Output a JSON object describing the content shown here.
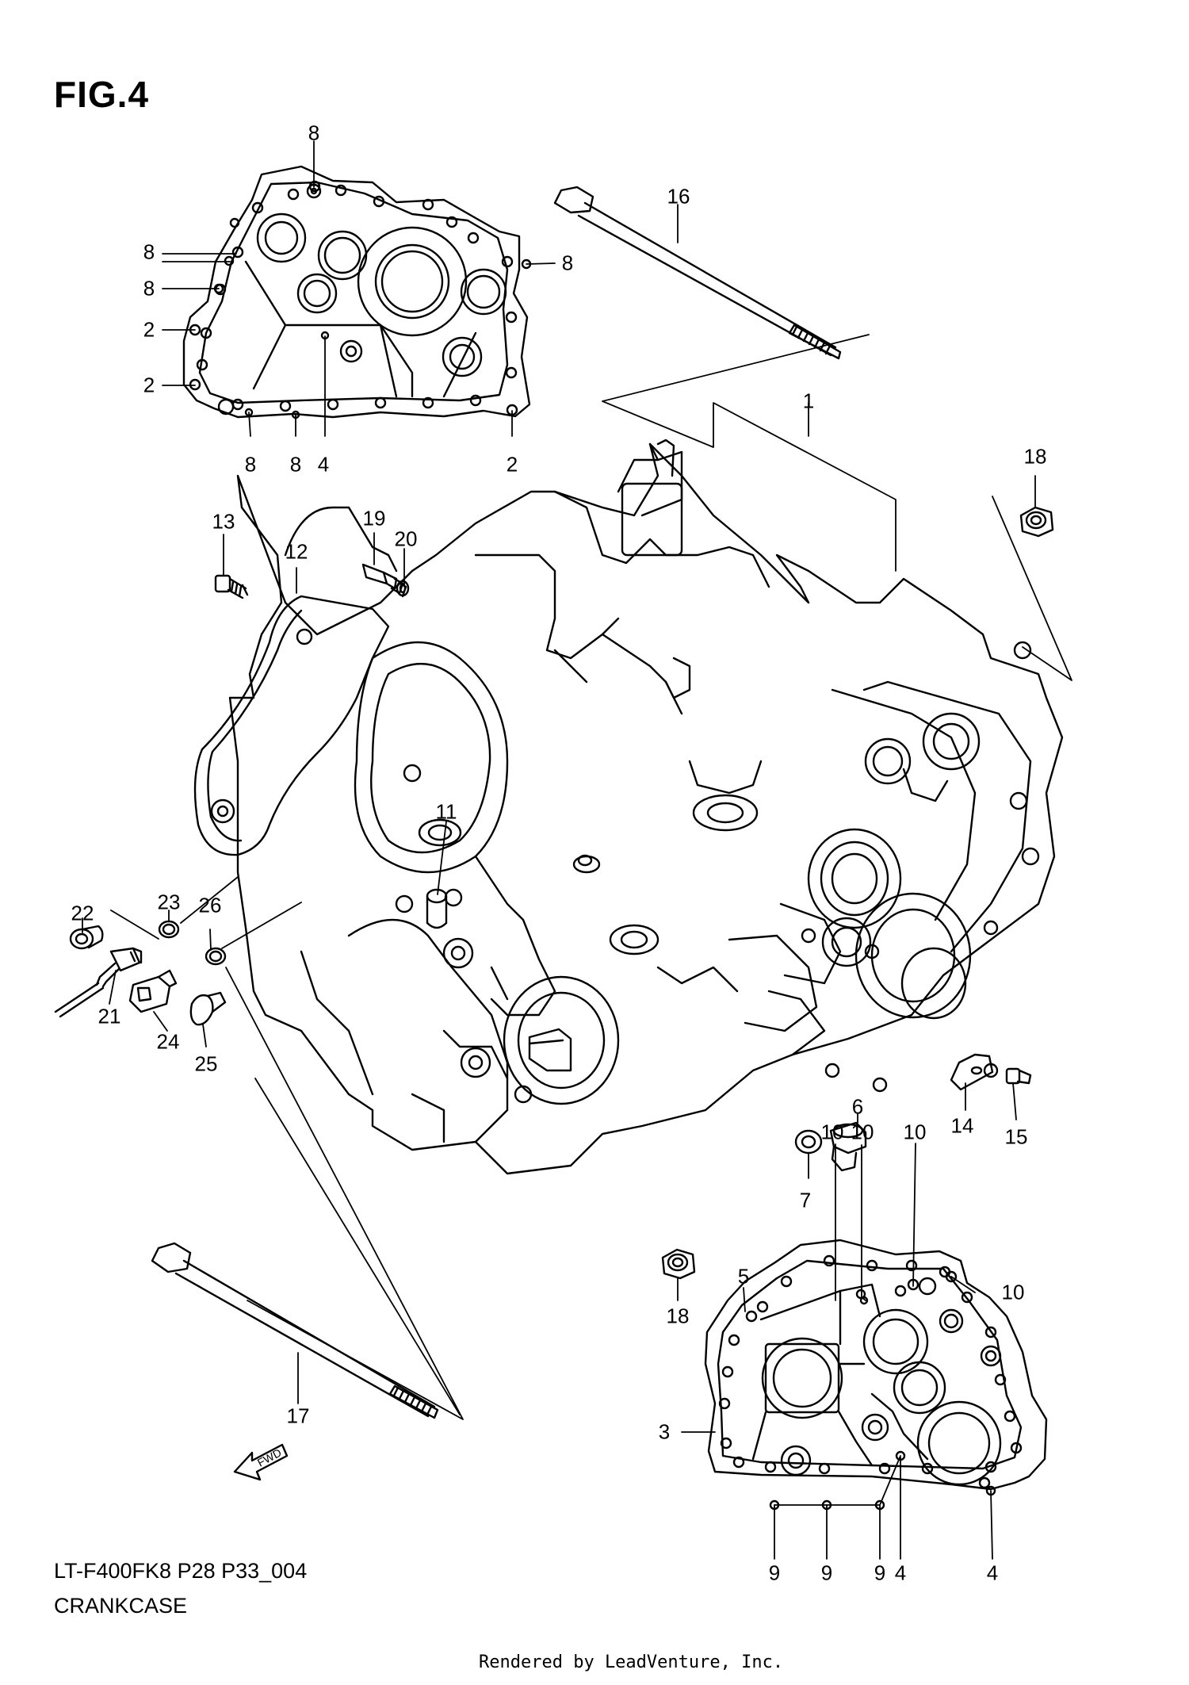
{
  "figure_label": "FIG.4",
  "model_code": "LT-F400FK8 P28 P33_004",
  "section_name": "CRANKCASE",
  "credit": "Rendered by LeadVenture, Inc.",
  "fwd_label": "FWD",
  "callouts": [
    "8",
    "8",
    "8",
    "8",
    "2",
    "2",
    "8",
    "8",
    "4",
    "2",
    "16",
    "1",
    "18",
    "13",
    "12",
    "19",
    "20",
    "11",
    "22",
    "23",
    "26",
    "21",
    "24",
    "25",
    "14",
    "15",
    "6",
    "7",
    "18",
    "17",
    "10",
    "10",
    "10",
    "10",
    "5",
    "3",
    "9",
    "9",
    "9",
    "4",
    "4"
  ]
}
